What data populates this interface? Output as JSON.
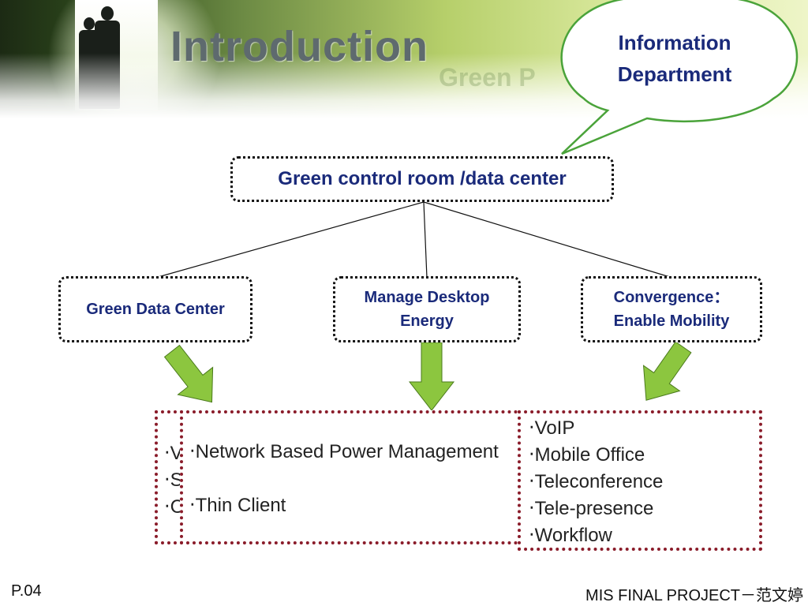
{
  "header": {
    "title": "Introduction",
    "ghost_subtitle": "Green P"
  },
  "bubble": {
    "line1": "Information",
    "line2": "Department"
  },
  "diagram": {
    "root": "Green control room /data center",
    "nodes": [
      {
        "line1": "Green Data Center",
        "line2": ""
      },
      {
        "line1": "Manage Desktop",
        "line2": "Energy"
      },
      {
        "line1": "Convergence：",
        "line2": "Enable Mobility"
      }
    ]
  },
  "panels": {
    "left_items": [
      "‧V",
      "‧S",
      "‧C"
    ],
    "mid_items": [
      "‧Network Based Power Management",
      "",
      "‧Thin Client"
    ],
    "right_items": [
      "‧VoIP",
      "‧Mobile Office",
      "‧Teleconference",
      "‧Tele-presence",
      "‧Workflow"
    ]
  },
  "footer": {
    "page": "P.04",
    "project": "MIS FINAL PROJECT－范文婷"
  },
  "colors": {
    "accent_text": "#1a2a7a",
    "arrow_green": "#8cc63f",
    "panel_border": "#8a1c2a"
  }
}
